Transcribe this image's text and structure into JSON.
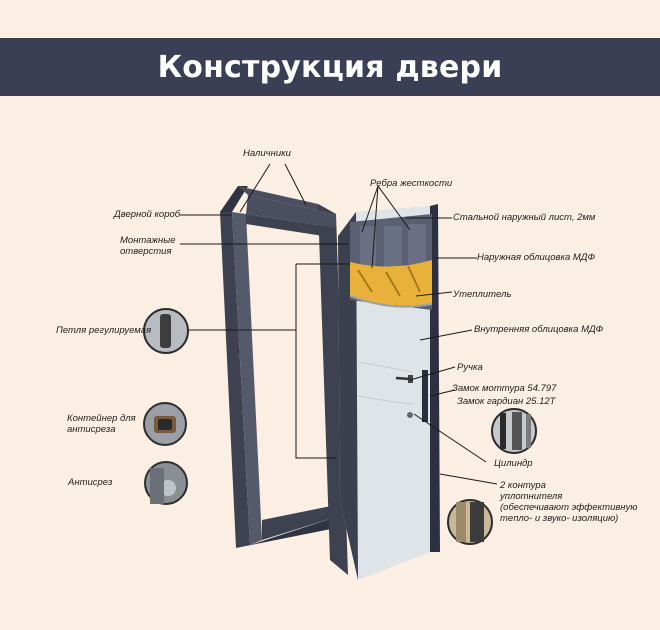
{
  "header": {
    "title": "Конструкция двери"
  },
  "labels": {
    "nalichniki": "Наличники",
    "rebra": "Ребра жесткости",
    "dvernoy_korob": "Дверной короб",
    "stalnoy_list": "Стальной наружный лист, 2мм",
    "montazhnye": "Монтажные",
    "otverstiya": "отверстия",
    "naruzhnaya_mdf": "Наружная облицовка МДФ",
    "uteplitel": "Утеплитель",
    "petlya": "Петля регулируемая",
    "vnutrennyaya_mdf": "Внутренняя облицовка МДФ",
    "ruchka": "Ручка",
    "zamok_mottura": "Замок моттура 54.797",
    "zamok_gardian": "Замок гардиан 25.12Т",
    "konteyner_1": "Контейнер для",
    "konteyner_2": "антисреза",
    "tsilindr": "Цилиндр",
    "antisrez": "Антисрез",
    "konturа_1": "2 контура",
    "kontura_2": "уплотнителя",
    "kontura_3": "(обеспечивают эффективную",
    "kontura_4": "тепло- и звуко- изоляцию)"
  },
  "colors": {
    "background": "#fbeee2",
    "header": "#3b3f56",
    "frame": "#3d4150",
    "door_inner": "#dfe4e8",
    "insulation": "#e8b23a"
  }
}
